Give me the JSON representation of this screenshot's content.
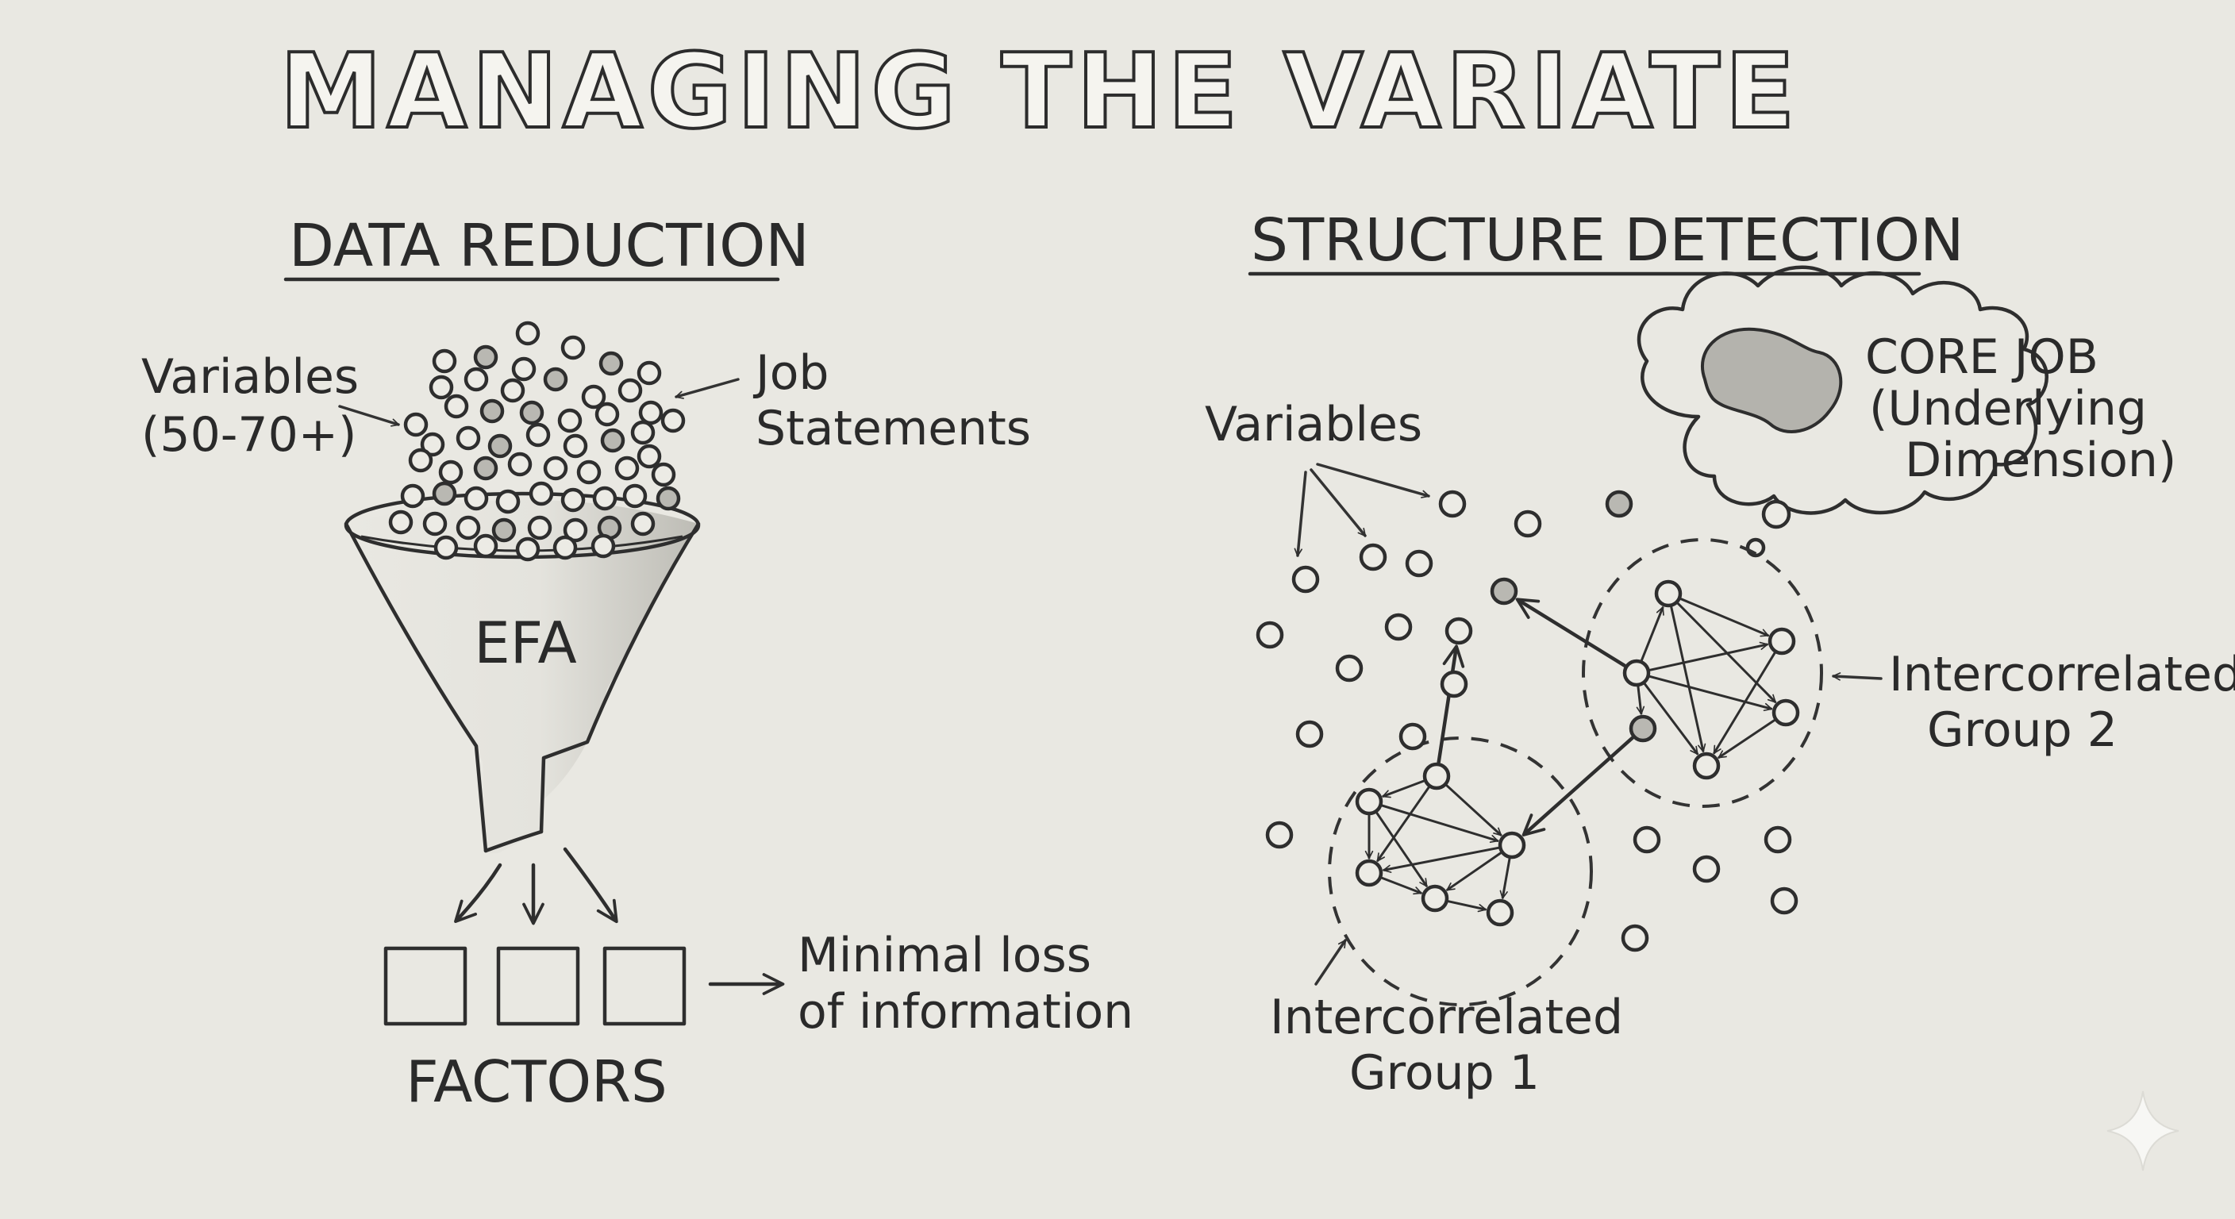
{
  "title": "MANAGING THE VARIATE",
  "left": {
    "heading": "DATA REDUCTION",
    "variables_label": "Variables",
    "variables_count": "(50-70+)",
    "job_label": "Job",
    "statements_label": "Statements",
    "funnel_label": "EFA",
    "factors_label": "FACTORS",
    "loss_line1": "Minimal loss",
    "loss_line2": "of information"
  },
  "right": {
    "heading": "STRUCTURE DETECTION",
    "variables_label": "Variables",
    "core_line1": "CORE JOB",
    "core_line2": "(Underlying",
    "core_line3": "Dimension)",
    "group2_line1": "Intercorrelated",
    "group2_line2": "Group 2",
    "group1_line1": "Intercorrelated",
    "group1_line2": "Group 1"
  },
  "colors": {
    "paper": "#e9e8e2",
    "ink": "#2e2e2e"
  }
}
